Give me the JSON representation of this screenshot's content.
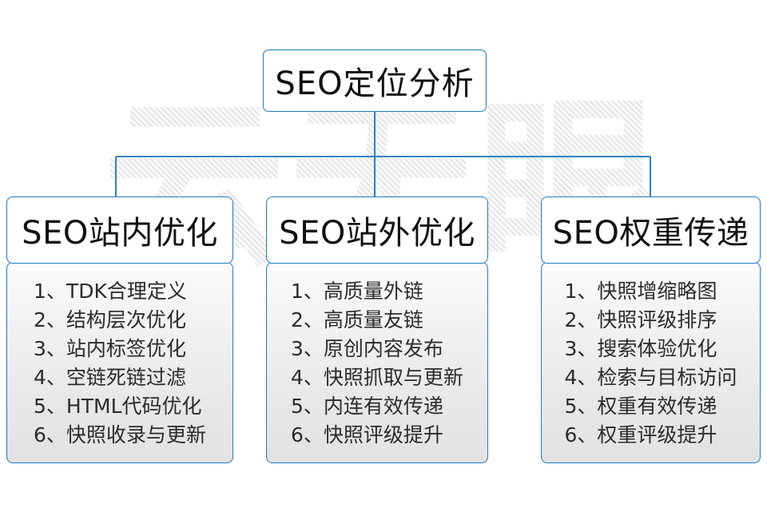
{
  "diagram": {
    "title": "SEO定位分析",
    "watermark_text": "云无眼",
    "accent_color": "#2179c0",
    "text_color": "#111111",
    "body_bg_color": "#ececec"
  },
  "root": {
    "label": "SEO定位分析"
  },
  "columns": [
    {
      "header": "SEO站内优化",
      "items": [
        "1、TDK合理定义",
        "2、结构层次优化",
        "3、站内标签优化",
        "4、空链死链过滤",
        "5、HTML代码优化",
        "6、快照收录与更新"
      ]
    },
    {
      "header": "SEO站外优化",
      "items": [
        "1、高质量外链",
        "2、高质量友链",
        "3、原创内容发布",
        "4、快照抓取与更新",
        "5、内连有效传递",
        "6、快照评级提升"
      ]
    },
    {
      "header": "SEO权重传递",
      "items": [
        "1、快照增缩略图",
        "2、快照评级排序",
        "3、搜索体验优化",
        "4、检索与目标访问",
        "5、权重有效传递",
        "6、权重评级提升"
      ]
    }
  ]
}
